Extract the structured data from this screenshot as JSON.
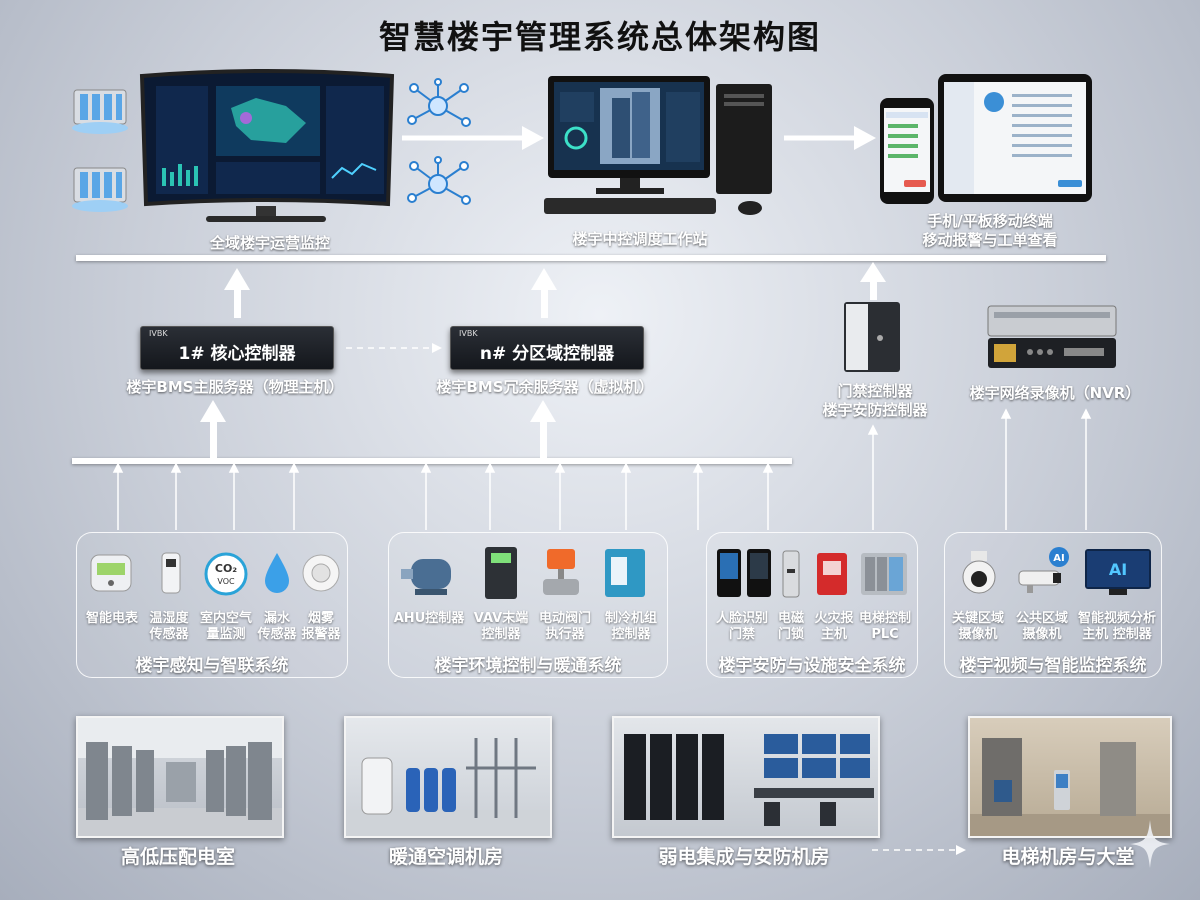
{
  "title": "智慧楼宇管理系统总体架构图",
  "top": {
    "monitor_label": "全域楼宇运营监控",
    "workstation_label": "楼宇中控调度工作站",
    "mobile_label_1": "手机/平板移动终端",
    "mobile_label_2": "移动报警与工单查看"
  },
  "controllers": {
    "core_name": "1# 核心控制器",
    "core_label": "楼宇BMS主服务器（物理主机）",
    "zone_name": "n# 分区域控制器",
    "zone_label": "楼宇BMS冗余服务器（虚拟机）",
    "access_label_1": "门禁控制器",
    "access_label_2": "楼宇安防控制器",
    "nvr_label": "楼宇网络录像机（NVR）",
    "brand": "IVBK"
  },
  "panels": [
    {
      "title": "楼宇感知与智联系统",
      "devices": [
        {
          "l1": "智能电表",
          "l2": ""
        },
        {
          "l1": "温湿度",
          "l2": "传感器"
        },
        {
          "l1": "室内空气",
          "l2": "量监测"
        },
        {
          "l1": "漏水",
          "l2": "传感器"
        },
        {
          "l1": "烟雾",
          "l2": "报警器"
        }
      ]
    },
    {
      "title": "楼宇环境控制与暖通系统",
      "devices": [
        {
          "l1": "AHU控制器",
          "l2": ""
        },
        {
          "l1": "VAV末端",
          "l2": "控制器"
        },
        {
          "l1": "电动阀门",
          "l2": "执行器"
        },
        {
          "l1": "制冷机组",
          "l2": "控制器"
        }
      ]
    },
    {
      "title": "楼宇安防与设施安全系统",
      "devices": [
        {
          "l1": "人脸识别",
          "l2": "门禁"
        },
        {
          "l1": "电磁",
          "l2": "门锁"
        },
        {
          "l1": "火灾报",
          "l2": "主机"
        },
        {
          "l1": "电梯控制",
          "l2": "PLC"
        }
      ]
    },
    {
      "title": "楼宇视频与智能监控系统",
      "devices": [
        {
          "l1": "关键区域",
          "l2": "摄像机"
        },
        {
          "l1": "公共区域",
          "l2": "摄像机"
        },
        {
          "l1": "智能视频分析",
          "l2": "主机 控制器"
        }
      ]
    }
  ],
  "rooms": [
    {
      "label": "高低压配电室"
    },
    {
      "label": "暖通空调机房"
    },
    {
      "label": "弱电集成与安防机房"
    },
    {
      "label": "电梯机房与大堂"
    }
  ],
  "icons": {
    "co2_text": "CO₂",
    "voc_text": "VOC",
    "ai_text": "AI"
  }
}
